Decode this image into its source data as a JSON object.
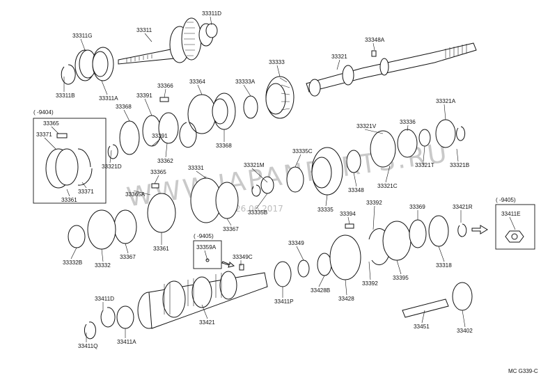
{
  "watermark": "WWW.JAPANPARTS.RU",
  "watermark_date": "26.06.2017",
  "diagram_code": "MC G339-C",
  "boxes": {
    "b1_range": "(      -9404)",
    "b2_range": "(      -9405)",
    "b3_range": "(      -9405)"
  },
  "labels": [
    "33311D",
    "33311",
    "33311G",
    "33311B",
    "33311A",
    "33348A",
    "33321",
    "33333",
    "33333A",
    "33364",
    "33366",
    "33391",
    "33368",
    "33391",
    "33362",
    "33368",
    "33365",
    "33371",
    "33371",
    "33361",
    "33321D",
    "33365",
    "33365A",
    "33331",
    "33321M",
    "33335C",
    "33321V",
    "33336",
    "33321A",
    "33321T",
    "33321B",
    "33348",
    "33321C",
    "33335B",
    "33335",
    "33392",
    "33394",
    "33369",
    "33421R",
    "33411E",
    "33367",
    "33332B",
    "33332",
    "33367",
    "33361",
    "33359A",
    "33349C",
    "33349",
    "33428B",
    "33392",
    "33395",
    "33318",
    "33411D",
    "33411A",
    "33411Q",
    "33421",
    "33411P",
    "33428",
    "33451",
    "33402"
  ]
}
